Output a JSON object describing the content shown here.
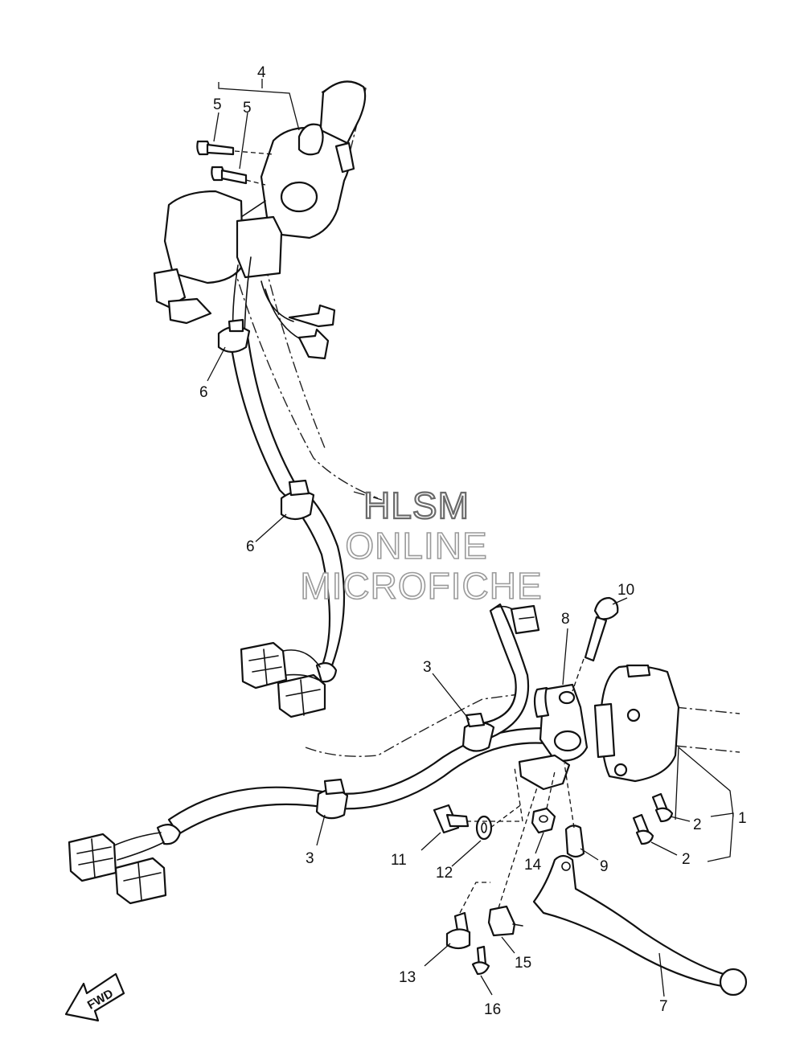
{
  "watermark": {
    "line1": "HLSM",
    "line2": "ONLINE",
    "line3": "MICROFICHE"
  },
  "fwd_label": "FWD",
  "callouts": {
    "c1": "1",
    "c2a": "2",
    "c2b": "2",
    "c3a": "3",
    "c3b": "3",
    "c4": "4",
    "c5a": "5",
    "c5b": "5",
    "c6a": "6",
    "c6b": "6",
    "c7": "7",
    "c8": "8",
    "c9": "9",
    "c10": "10",
    "c11": "11",
    "c12": "12",
    "c13": "13",
    "c14": "14",
    "c15": "15",
    "c16": "16"
  }
}
